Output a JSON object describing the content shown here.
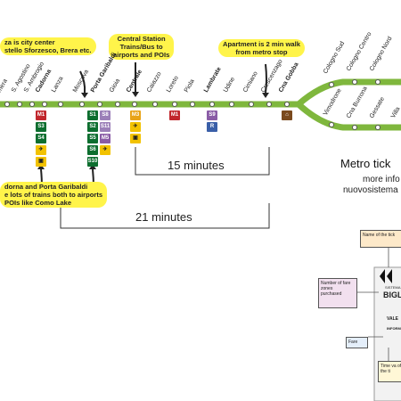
{
  "notes": {
    "duomo": "za is city center\nstello Sforzesco, Brera etc.",
    "centrale": "Central Station\nTrains/Bus to\nairports and POIs",
    "apartment": "Apartment is 2 min walk\nfrom metro stop",
    "garibaldi": "dorna and Porta Garibaldi\ne lots of trains both to airports\nPOIs like Como Lake"
  },
  "stations": [
    "mera",
    "S. Agostino",
    "S. Ambrogio",
    "Cadorna",
    "Lanza",
    "Moscova",
    "Porta Garibaldi",
    "Gioia",
    "Centrale",
    "Caiazzo",
    "Loreto",
    "Piola",
    "Lambrate",
    "Udine",
    "Cimiano",
    "Crescenzago",
    "Cna Gobba",
    "Cologno Sud",
    "Cologno Centro",
    "Cologno Nord",
    "Vimodrone",
    "Cna Burrona",
    "Gessate",
    "Villa"
  ],
  "badges": {
    "m1": "M1",
    "m3": "M3",
    "m5": "M5",
    "s3": "S3",
    "s4": "S4",
    "s1": "S1",
    "s2": "S2",
    "s5": "S5",
    "s6": "S6",
    "s8": "S8",
    "s9": "S9",
    "s10": "S10",
    "s11": "S11"
  },
  "durations": {
    "short": "15 minutes",
    "long": "21 minutes"
  },
  "tickets": {
    "heading": "Metro tick",
    "line2": "more info",
    "line3": "nuovosistema"
  },
  "ticket_diagram": {
    "name_of_ticket": "Name of the tick",
    "fare_zones": "Number of fare zones purchased",
    "fare": "Fare",
    "time_valid": "Time va of the ti",
    "title": "BIGL",
    "sistema": "SISTEMA",
    "vale": "VALE",
    "inform": "INFORM"
  },
  "colors": {
    "line": "#7fb73d",
    "note": "#fff44a",
    "m1": "#c1272d",
    "m3": "#e8a317",
    "m5": "#8a5ca6",
    "s": "#0d6e2f"
  }
}
